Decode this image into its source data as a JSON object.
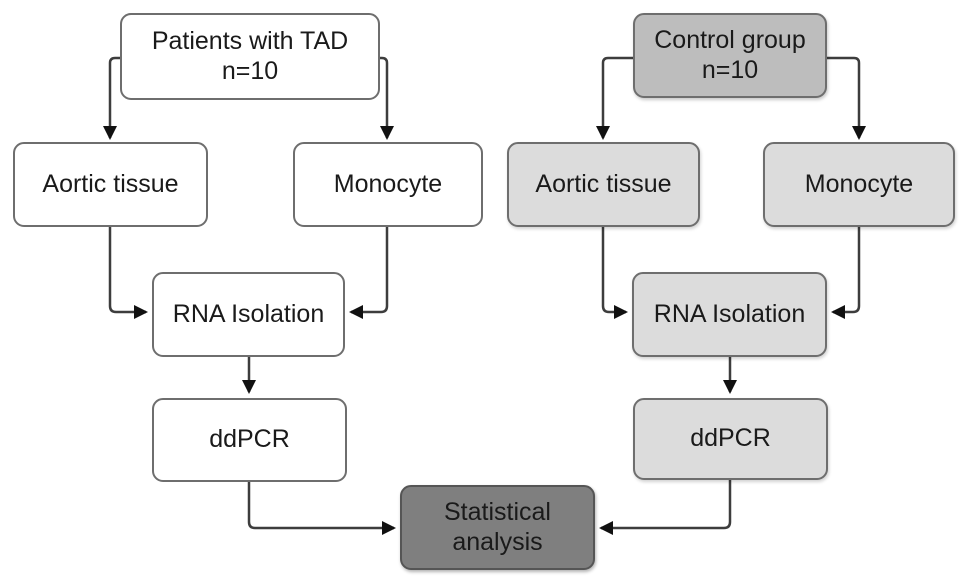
{
  "colors": {
    "white_box": "#ffffff",
    "control_box": "#bdbdbd",
    "light_box": "#dcdcdc",
    "dark_box": "#7f7f7f",
    "border": "#6e6e6e",
    "dark_border": "#555555",
    "line": "#3d3d3d",
    "arrowhead": "#111111",
    "text": "#1a1a1a"
  },
  "tad_branch": {
    "root": {
      "label": "Patients with TAD",
      "sublabel": "n=10"
    },
    "aortic_tissue": {
      "label": "Aortic tissue"
    },
    "monocyte": {
      "label": "Monocyte"
    },
    "rna_isolation": {
      "label": "RNA Isolation"
    },
    "ddpcr": {
      "label": "ddPCR"
    }
  },
  "control_branch": {
    "root": {
      "label": "Control group",
      "sublabel": "n=10"
    },
    "aortic_tissue": {
      "label": "Aortic tissue"
    },
    "monocyte": {
      "label": "Monocyte"
    },
    "rna_isolation": {
      "label": "RNA Isolation"
    },
    "ddpcr": {
      "label": "ddPCR"
    }
  },
  "merge": {
    "statistical_analysis": {
      "label": "Statistical analysis"
    }
  }
}
